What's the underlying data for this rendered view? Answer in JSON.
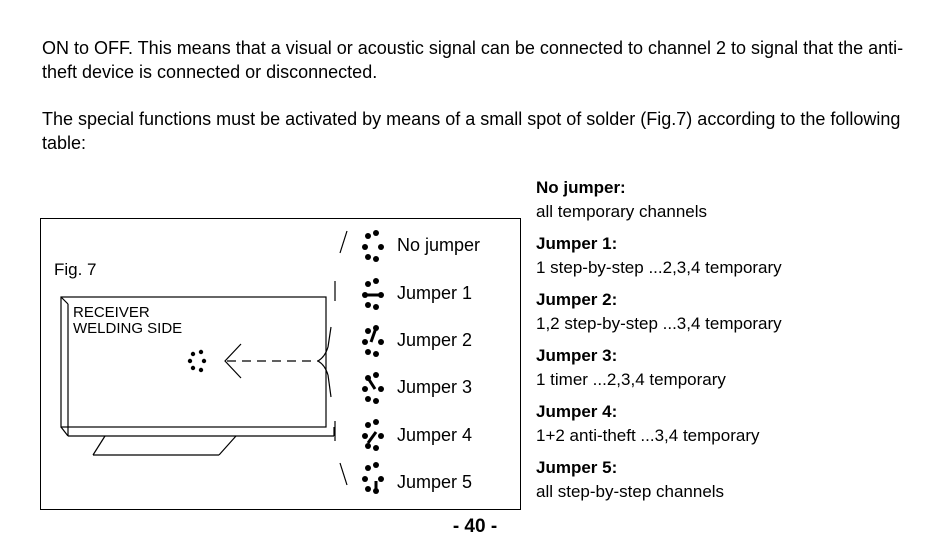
{
  "paragraphs": [
    "ON to OFF. This means that a visual or acoustic signal can be connected to channel 2 to signal that the anti-theft device is connected or disconnected.",
    "The special functions must be activated by means of a small spot of solder (Fig.7) according to the following table:"
  ],
  "figure": {
    "caption": "Fig. 7",
    "board_label_line1": "RECEIVER",
    "board_label_line2": "WELDING SIDE",
    "jumpers": [
      "No jumper",
      "Jumper 1",
      "Jumper 2",
      "Jumper 3",
      "Jumper 4",
      "Jumper 5"
    ]
  },
  "legend": [
    {
      "title": "No jumper:",
      "desc": "all temporary channels"
    },
    {
      "title": "Jumper 1:",
      "desc": "1 step-by-step ...2,3,4 temporary"
    },
    {
      "title": "Jumper 2:",
      "desc": "1,2 step-by-step ...3,4 temporary"
    },
    {
      "title": "Jumper 3:",
      "desc": "1 timer ...2,3,4 temporary"
    },
    {
      "title": "Jumper 4:",
      "desc": "1+2 anti-theft ...3,4 temporary"
    },
    {
      "title": "Jumper 5:",
      "desc": "all step-by-step channels"
    }
  ],
  "page_number": "- 40 -"
}
